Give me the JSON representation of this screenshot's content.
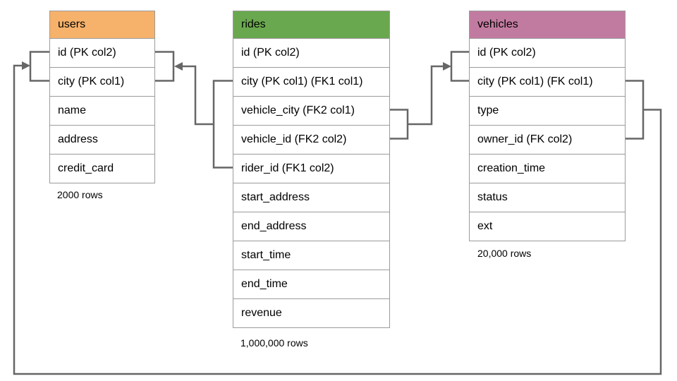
{
  "tables": [
    {
      "id": "users",
      "name": "users",
      "header_color": "#F6B26B",
      "columns": [
        "id (PK col2)",
        "city (PK col1)",
        "name",
        "address",
        "credit_card"
      ],
      "row_count": "2000 rows"
    },
    {
      "id": "rides",
      "name": "rides",
      "header_color": "#6AA84F",
      "columns": [
        "id (PK col2)",
        "city (PK col1) (FK1 col1)",
        "vehicle_city (FK2 col1)",
        "vehicle_id (FK2 col2)",
        "rider_id (FK1 col2)",
        "start_address",
        "end_address",
        "start_time",
        "end_time",
        "revenue"
      ],
      "row_count": "1,000,000 rows"
    },
    {
      "id": "vehicles",
      "name": "vehicles",
      "header_color": "#C27BA0",
      "columns": [
        "id (PK col2)",
        "city (PK col1) (FK col1)",
        "type",
        "owner_id (FK col2)",
        "creation_time",
        "status",
        "ext"
      ],
      "row_count": "20,000 rows"
    }
  ],
  "relationships": [
    {
      "name": "rides-fk1-to-users",
      "from_table": "rides",
      "from_columns": [
        "city (FK1 col1)",
        "rider_id (FK1 col2)"
      ],
      "to_table": "users",
      "to_columns": [
        "id (PK col2)",
        "city (PK col1)"
      ]
    },
    {
      "name": "rides-fk2-to-vehicles",
      "from_table": "rides",
      "from_columns": [
        "vehicle_city (FK2 col1)",
        "vehicle_id (FK2 col2)"
      ],
      "to_table": "vehicles",
      "to_columns": [
        "id (PK col2)",
        "city (PK col1)"
      ]
    },
    {
      "name": "vehicles-fk-to-users",
      "from_table": "vehicles",
      "from_columns": [
        "city (FK col1)",
        "owner_id (FK col2)"
      ],
      "to_table": "users",
      "to_columns": [
        "id (PK col2)",
        "city (PK col1)"
      ]
    }
  ],
  "colors": {
    "connector": "#666666",
    "table_border": "#9b9b9b",
    "text": "#000000",
    "background": "#ffffff"
  }
}
